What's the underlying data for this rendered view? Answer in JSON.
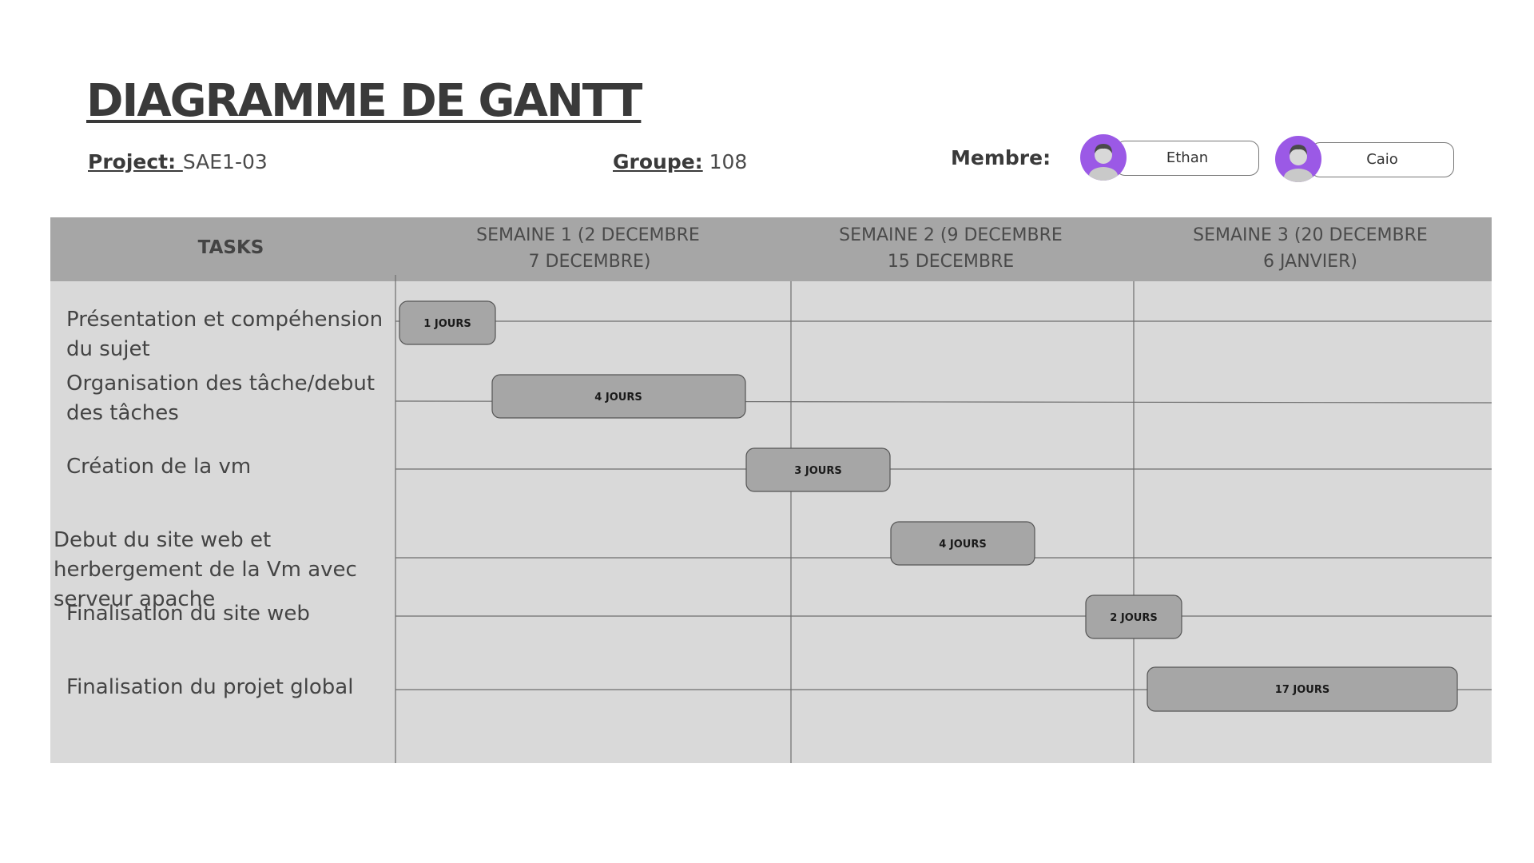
{
  "title": " DIAGRAMME DE GANTT",
  "project": {
    "label": "Project: ",
    "value": "SAE1-03"
  },
  "groupe": {
    "label": "Groupe:",
    "value": " 108"
  },
  "membre": {
    "label": "Membre:",
    "members": [
      {
        "name": "Ethan",
        "icon": "user-avatar-icon"
      },
      {
        "name": "Caio",
        "icon": "user-avatar-icon"
      }
    ]
  },
  "colors": {
    "header": "#a6a6a6",
    "body": "#d9d9d9",
    "bar": "#a6a6a6",
    "avatar": "#9b59e6"
  },
  "chart_data": {
    "type": "gantt",
    "columns": {
      "tasks": "TASKS",
      "weeks": [
        {
          "line1": "SEMAINE 1 (2 DECEMBRE",
          "line2": "7 DECEMBRE)"
        },
        {
          "line1": "SEMAINE 2 (9 DECEMBRE",
          "line2": "15 DECEMBRE"
        },
        {
          "line1": "SEMAINE 3 (20 DECEMBRE",
          "line2": "6 JANVIER)"
        }
      ]
    },
    "tasks": [
      {
        "name": "Présentation et compéhension du sujet",
        "bar": "1 JOURS"
      },
      {
        "name": "Organisation des tâche/debut des tâches",
        "bar": "4 JOURS"
      },
      {
        "name": "Création de la vm",
        "bar": "3 JOURS"
      },
      {
        "name": "Debut du site web et herbergement de la Vm avec serveur apache",
        "bar": "4 JOURS"
      },
      {
        "name": "Finalisation du site web",
        "bar": "2 JOURS"
      },
      {
        "name": "Finalisation du projet  global",
        "bar": "17 JOURS"
      }
    ]
  }
}
